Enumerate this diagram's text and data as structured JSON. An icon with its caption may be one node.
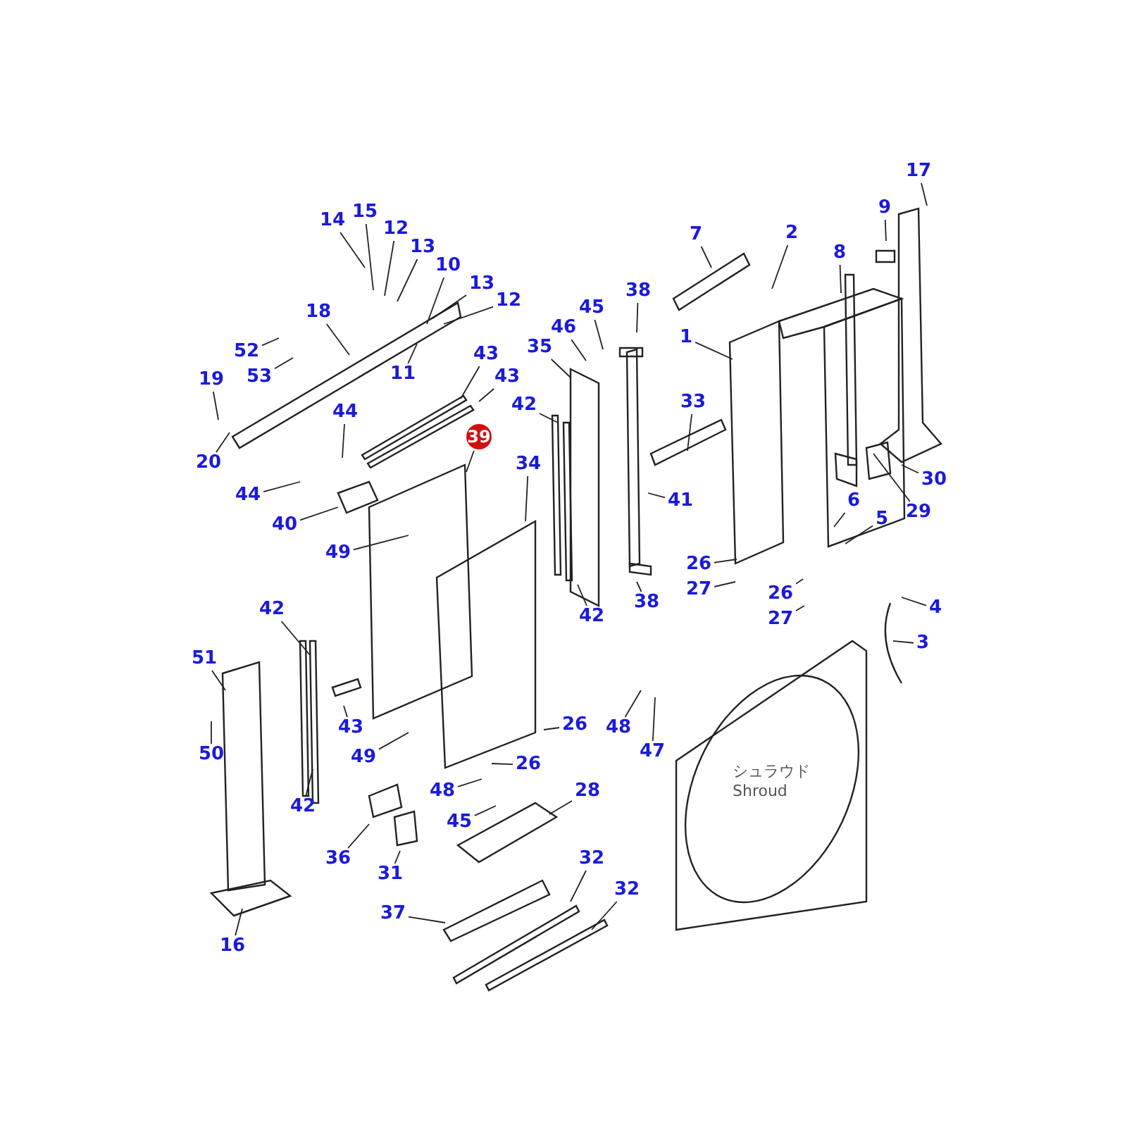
{
  "diagram": {
    "nodes": [
      {
        "text": [
          "17"
        ]
      },
      {
        "text": [
          "14"
        ]
      },
      {
        "text": [
          "15"
        ]
      },
      {
        "text": [
          "9"
        ]
      },
      {
        "text": [
          "12"
        ]
      },
      {
        "text": [
          "7"
        ]
      },
      {
        "text": [
          "2"
        ]
      },
      {
        "text": [
          "13"
        ]
      },
      {
        "text": [
          "8"
        ]
      },
      {
        "text": [
          "10"
        ]
      },
      {
        "text": [
          "13"
        ]
      },
      {
        "text": [
          "12"
        ]
      },
      {
        "text": [
          "38"
        ]
      },
      {
        "text": [
          "45"
        ]
      },
      {
        "text": [
          "18"
        ]
      },
      {
        "text": [
          "46"
        ]
      },
      {
        "text": [
          "1"
        ]
      },
      {
        "text": [
          "43"
        ]
      },
      {
        "text": [
          "35"
        ]
      },
      {
        "text": [
          "52"
        ]
      },
      {
        "text": [
          "43"
        ]
      },
      {
        "text": [
          "11"
        ]
      },
      {
        "text": [
          "53"
        ]
      },
      {
        "text": [
          "19"
        ]
      },
      {
        "text": [
          "33"
        ]
      },
      {
        "text": [
          "42"
        ]
      },
      {
        "text": [
          "44"
        ]
      },
      {
        "text": [
          "39"
        ]
      },
      {
        "text": [
          "20"
        ]
      },
      {
        "text": [
          "34"
        ]
      },
      {
        "text": [
          "30"
        ]
      },
      {
        "text": [
          "44"
        ]
      },
      {
        "text": [
          "6"
        ]
      },
      {
        "text": [
          "29"
        ]
      },
      {
        "text": [
          "41"
        ]
      },
      {
        "text": [
          "5"
        ]
      },
      {
        "text": [
          "40"
        ]
      },
      {
        "text": [
          "49"
        ]
      },
      {
        "text": [
          "26"
        ]
      },
      {
        "text": [
          "27"
        ]
      },
      {
        "text": [
          "26"
        ]
      },
      {
        "text": [
          "38"
        ]
      },
      {
        "text": [
          "4"
        ]
      },
      {
        "text": [
          "42"
        ]
      },
      {
        "text": [
          "42"
        ]
      },
      {
        "text": [
          "27"
        ]
      },
      {
        "text": [
          "3"
        ]
      },
      {
        "text": [
          "51"
        ]
      },
      {
        "text": [
          "26"
        ]
      },
      {
        "text": [
          "48"
        ]
      },
      {
        "text": [
          "43"
        ]
      },
      {
        "text": [
          "50"
        ]
      },
      {
        "text": [
          "47"
        ]
      },
      {
        "text": [
          "49"
        ]
      },
      {
        "text": [
          "26"
        ]
      },
      {
        "text": [
          "28"
        ]
      },
      {
        "text": [
          "48"
        ]
      },
      {
        "text": [
          "42"
        ]
      },
      {
        "text": [
          "45"
        ]
      },
      {
        "text": [
          "36"
        ]
      },
      {
        "text": [
          "32"
        ]
      },
      {
        "text": [
          "31"
        ]
      },
      {
        "text": [
          "32"
        ]
      },
      {
        "text": [
          "37"
        ]
      },
      {
        "text": [
          "16"
        ]
      }
    ],
    "edges": [
      {
        "from": 0,
        "to": null,
        "arrow": "none"
      },
      {
        "from": 1,
        "to": null,
        "arrow": "none"
      },
      {
        "from": 2,
        "to": null,
        "arrow": "none"
      },
      {
        "from": 3,
        "to": null,
        "arrow": "none"
      },
      {
        "from": 4,
        "to": null,
        "arrow": "none"
      },
      {
        "from": 5,
        "to": null,
        "arrow": "none"
      },
      {
        "from": 6,
        "to": null,
        "arrow": "none"
      },
      {
        "from": 7,
        "to": null,
        "arrow": "none"
      },
      {
        "from": 8,
        "to": null,
        "arrow": "none"
      },
      {
        "from": 9,
        "to": null,
        "arrow": "none"
      },
      {
        "from": 10,
        "to": null,
        "arrow": "none"
      },
      {
        "from": 11,
        "to": null,
        "arrow": "none"
      },
      {
        "from": 12,
        "to": null,
        "arrow": "none"
      },
      {
        "from": 13,
        "to": null,
        "arrow": "none"
      },
      {
        "from": 14,
        "to": null,
        "arrow": "none"
      },
      {
        "from": 15,
        "to": null,
        "arrow": "none"
      },
      {
        "from": 16,
        "to": null,
        "arrow": "none"
      },
      {
        "from": 17,
        "to": null,
        "arrow": "none"
      },
      {
        "from": 18,
        "to": null,
        "arrow": "none"
      },
      {
        "from": 19,
        "to": null,
        "arrow": "none"
      },
      {
        "from": 20,
        "to": null,
        "arrow": "none"
      },
      {
        "from": 21,
        "to": null,
        "arrow": "none"
      },
      {
        "from": 22,
        "to": null,
        "arrow": "none"
      },
      {
        "from": 23,
        "to": null,
        "arrow": "none"
      },
      {
        "from": 24,
        "to": null,
        "arrow": "none"
      },
      {
        "from": 25,
        "to": null,
        "arrow": "none"
      },
      {
        "from": 26,
        "to": null,
        "arrow": "none"
      },
      {
        "from": 27,
        "to": null,
        "arrow": "none"
      },
      {
        "from": 28,
        "to": null,
        "arrow": "none"
      },
      {
        "from": 29,
        "to": null,
        "arrow": "none"
      },
      {
        "from": 30,
        "to": null,
        "arrow": "none"
      },
      {
        "from": 31,
        "to": null,
        "arrow": "none"
      },
      {
        "from": 32,
        "to": null,
        "arrow": "none"
      },
      {
        "from": 33,
        "to": null,
        "arrow": "none"
      },
      {
        "from": 34,
        "to": null,
        "arrow": "none"
      },
      {
        "from": 35,
        "to": null,
        "arrow": "none"
      },
      {
        "from": 36,
        "to": null,
        "arrow": "none"
      },
      {
        "from": 37,
        "to": null,
        "arrow": "none"
      },
      {
        "from": 38,
        "to": null,
        "arrow": "none"
      },
      {
        "from": 39,
        "to": null,
        "arrow": "none"
      },
      {
        "from": 40,
        "to": null,
        "arrow": "none"
      },
      {
        "from": 41,
        "to": null,
        "arrow": "none"
      },
      {
        "from": 42,
        "to": null,
        "arrow": "none"
      },
      {
        "from": 43,
        "to": null,
        "arrow": "none"
      },
      {
        "from": 44,
        "to": null,
        "arrow": "none"
      },
      {
        "from": 45,
        "to": null,
        "arrow": "none"
      },
      {
        "from": 46,
        "to": null,
        "arrow": "none"
      },
      {
        "from": 47,
        "to": null,
        "arrow": "none"
      },
      {
        "from": 48,
        "to": null,
        "arrow": "none"
      },
      {
        "from": 49,
        "to": null,
        "arrow": "none"
      },
      {
        "from": 50,
        "to": null,
        "arrow": "none"
      },
      {
        "from": 51,
        "to": null,
        "arrow": "none"
      },
      {
        "from": 52,
        "to": null,
        "arrow": "none"
      },
      {
        "from": 53,
        "to": null,
        "arrow": "none"
      },
      {
        "from": 54,
        "to": null,
        "arrow": "none"
      },
      {
        "from": 55,
        "to": null,
        "arrow": "none"
      },
      {
        "from": 56,
        "to": null,
        "arrow": "none"
      },
      {
        "from": 57,
        "to": null,
        "arrow": "none"
      },
      {
        "from": 58,
        "to": null,
        "arrow": "none"
      },
      {
        "from": 59,
        "to": null,
        "arrow": "none"
      },
      {
        "from": 60,
        "to": null,
        "arrow": "none"
      },
      {
        "from": 61,
        "to": null,
        "arrow": "none"
      },
      {
        "from": 62,
        "to": null,
        "arrow": "none"
      },
      {
        "from": 63,
        "to": null,
        "arrow": "none"
      },
      {
        "from": 64,
        "to": null,
        "arrow": "none"
      }
    ],
    "labels": [
      "シュラウド",
      "Shroud"
    ]
  }
}
